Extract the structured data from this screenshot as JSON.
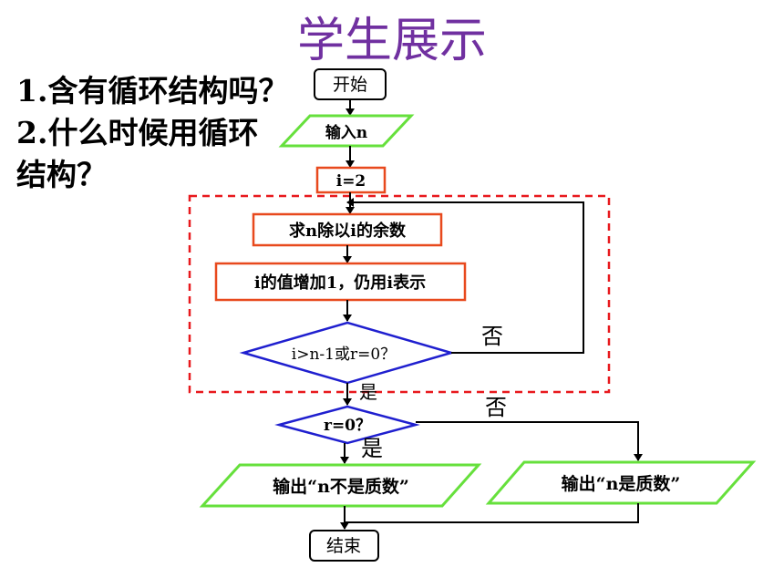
{
  "title": "学生展示",
  "questions": {
    "q1": "1.含有循环结构吗？",
    "q2_line1": "2.什么时候用循环",
    "q2_line2": "结构？"
  },
  "flowchart": {
    "start": "开始",
    "input": "输入n",
    "init": "i=2",
    "step1": "求n除以i的余数",
    "step2": "i的值增加1，仍用i表示",
    "cond1": "i>n-1或r=0？",
    "cond1_no": "否",
    "cond1_yes": "是",
    "cond2": "r=0？",
    "cond2_no": "否",
    "cond2_yes": "是",
    "out_not_prime": "输出“n不是质数”",
    "out_prime": "输出“n是质数”",
    "end": "结束"
  },
  "colors": {
    "title": "#7030a0",
    "process_border": "#e8491d",
    "decision_border": "#1f1fcf",
    "io_border": "#66e03c",
    "loop_dash": "#e8191d"
  }
}
